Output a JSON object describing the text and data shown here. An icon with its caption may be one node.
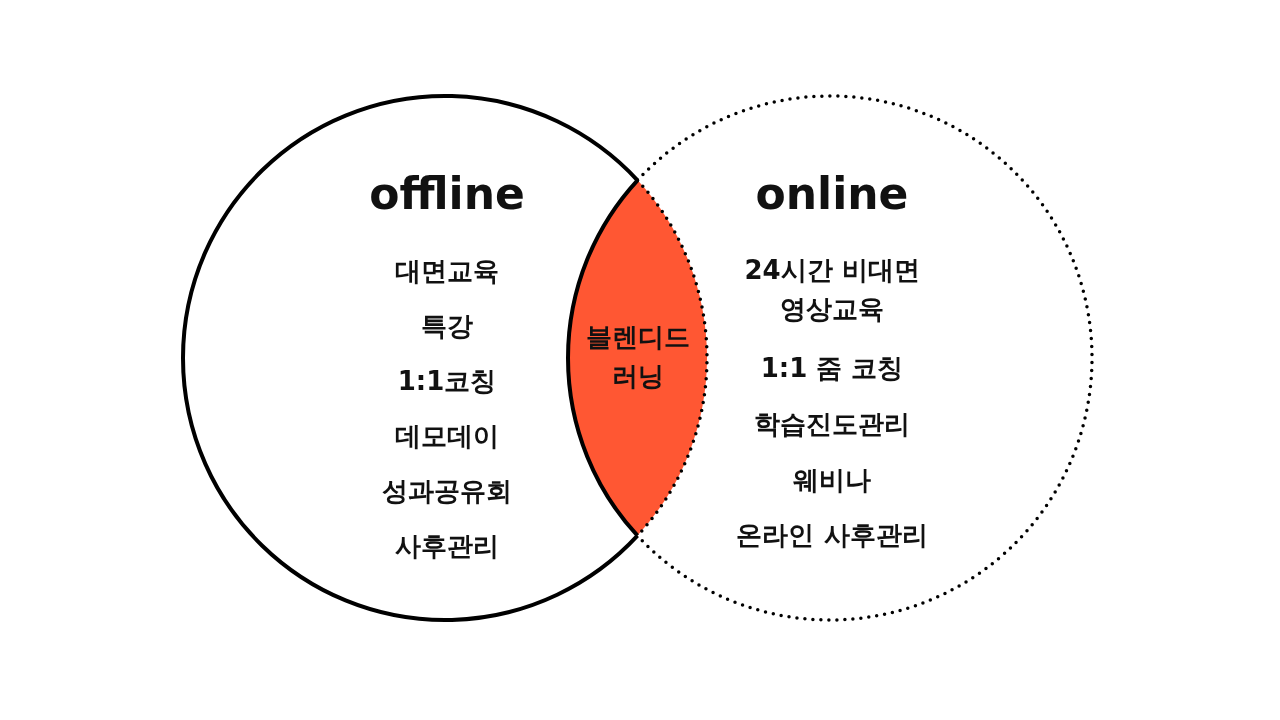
{
  "diagram": {
    "nodes": [
      {
        "text": [
          "offline",
          "대면교육",
          "특강",
          "1:1코칭",
          "데모데이",
          "성과공유회",
          "사후관리"
        ]
      },
      {
        "text": [
          "online",
          "24시간 비대면 영상교육",
          "1:1 줌 코칭",
          "학습진도관리",
          "웨비나",
          "온라인 사후관리"
        ]
      },
      {
        "text": [
          "블렌디드 러닝"
        ]
      }
    ]
  }
}
